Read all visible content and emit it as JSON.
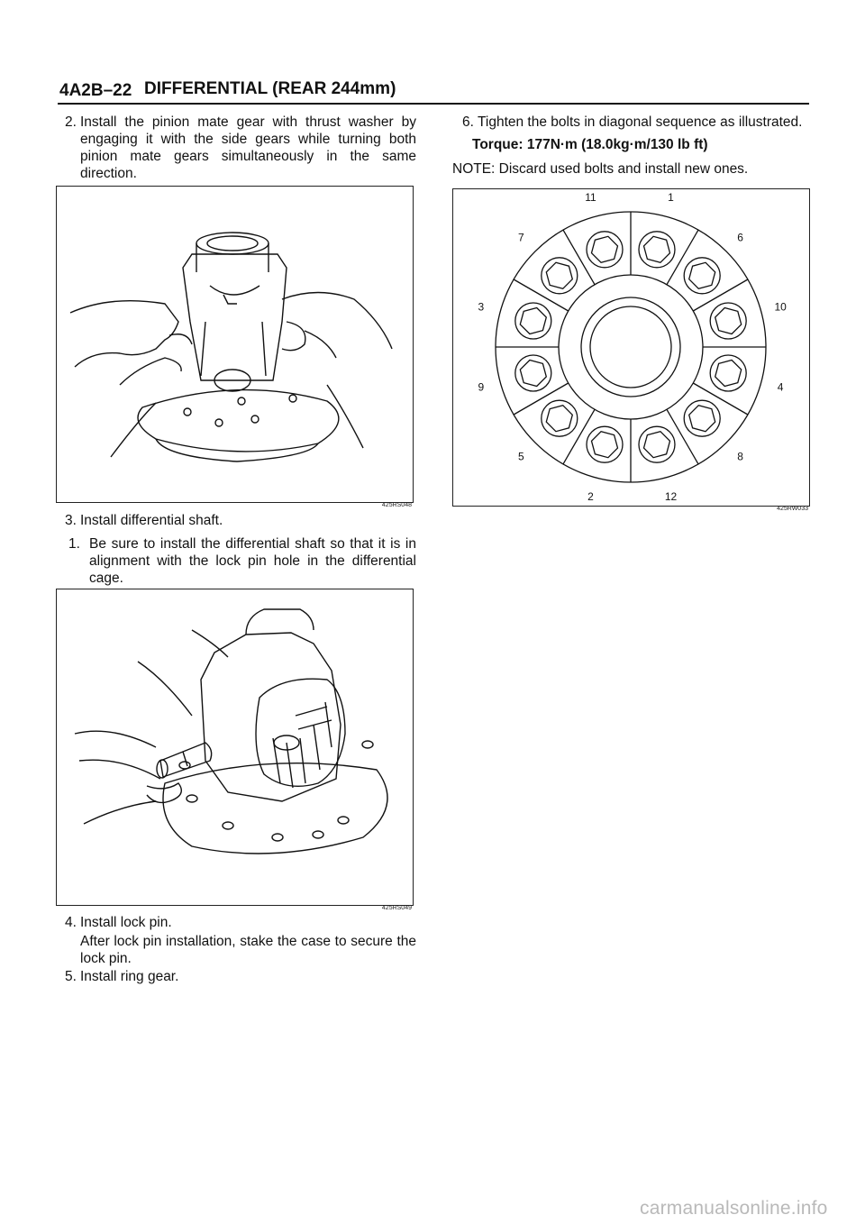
{
  "header": {
    "section_code": "4A2B–22",
    "title": "DIFFERENTIAL (REAR 244mm)"
  },
  "left_column": {
    "step2": {
      "num": "2.",
      "text": "Install the pinion mate gear with thrust washer by engaging it with the side gears while turning both pinion mate gears simultaneously in the same direction."
    },
    "figure1": {
      "id": "425RS048",
      "icon": "pinion-mate-gear-install-illustration"
    },
    "step3": {
      "num": "3.",
      "text": "Install differential shaft."
    },
    "step3_sub1": {
      "num": "1.",
      "text": "Be sure to install the differential shaft so that it is in alignment with the lock pin hole in the differential cage."
    },
    "figure2": {
      "id": "425RS049",
      "icon": "differential-shaft-install-illustration"
    },
    "step4": {
      "num": "4.",
      "text": "Install lock pin."
    },
    "step4_detail": "After lock pin installation, stake the case to secure the lock pin.",
    "step5": {
      "num": "5.",
      "text": "Install ring gear."
    }
  },
  "right_column": {
    "step6": {
      "num": "6.",
      "text": "Tighten the bolts in diagonal sequence as illustrated."
    },
    "torque": "Torque: 177N·m (18.0kg·m/130 lb ft)",
    "note": "NOTE:  Discard used bolts and install new ones.",
    "figure3": {
      "id": "425RW033",
      "icon": "bolt-tightening-sequence-diagram",
      "bolt_labels": [
        "1",
        "6",
        "10",
        "4",
        "8",
        "12",
        "2",
        "5",
        "9",
        "3",
        "7",
        "11"
      ]
    }
  },
  "footer": {
    "watermark": "carmanualsonline.info"
  }
}
